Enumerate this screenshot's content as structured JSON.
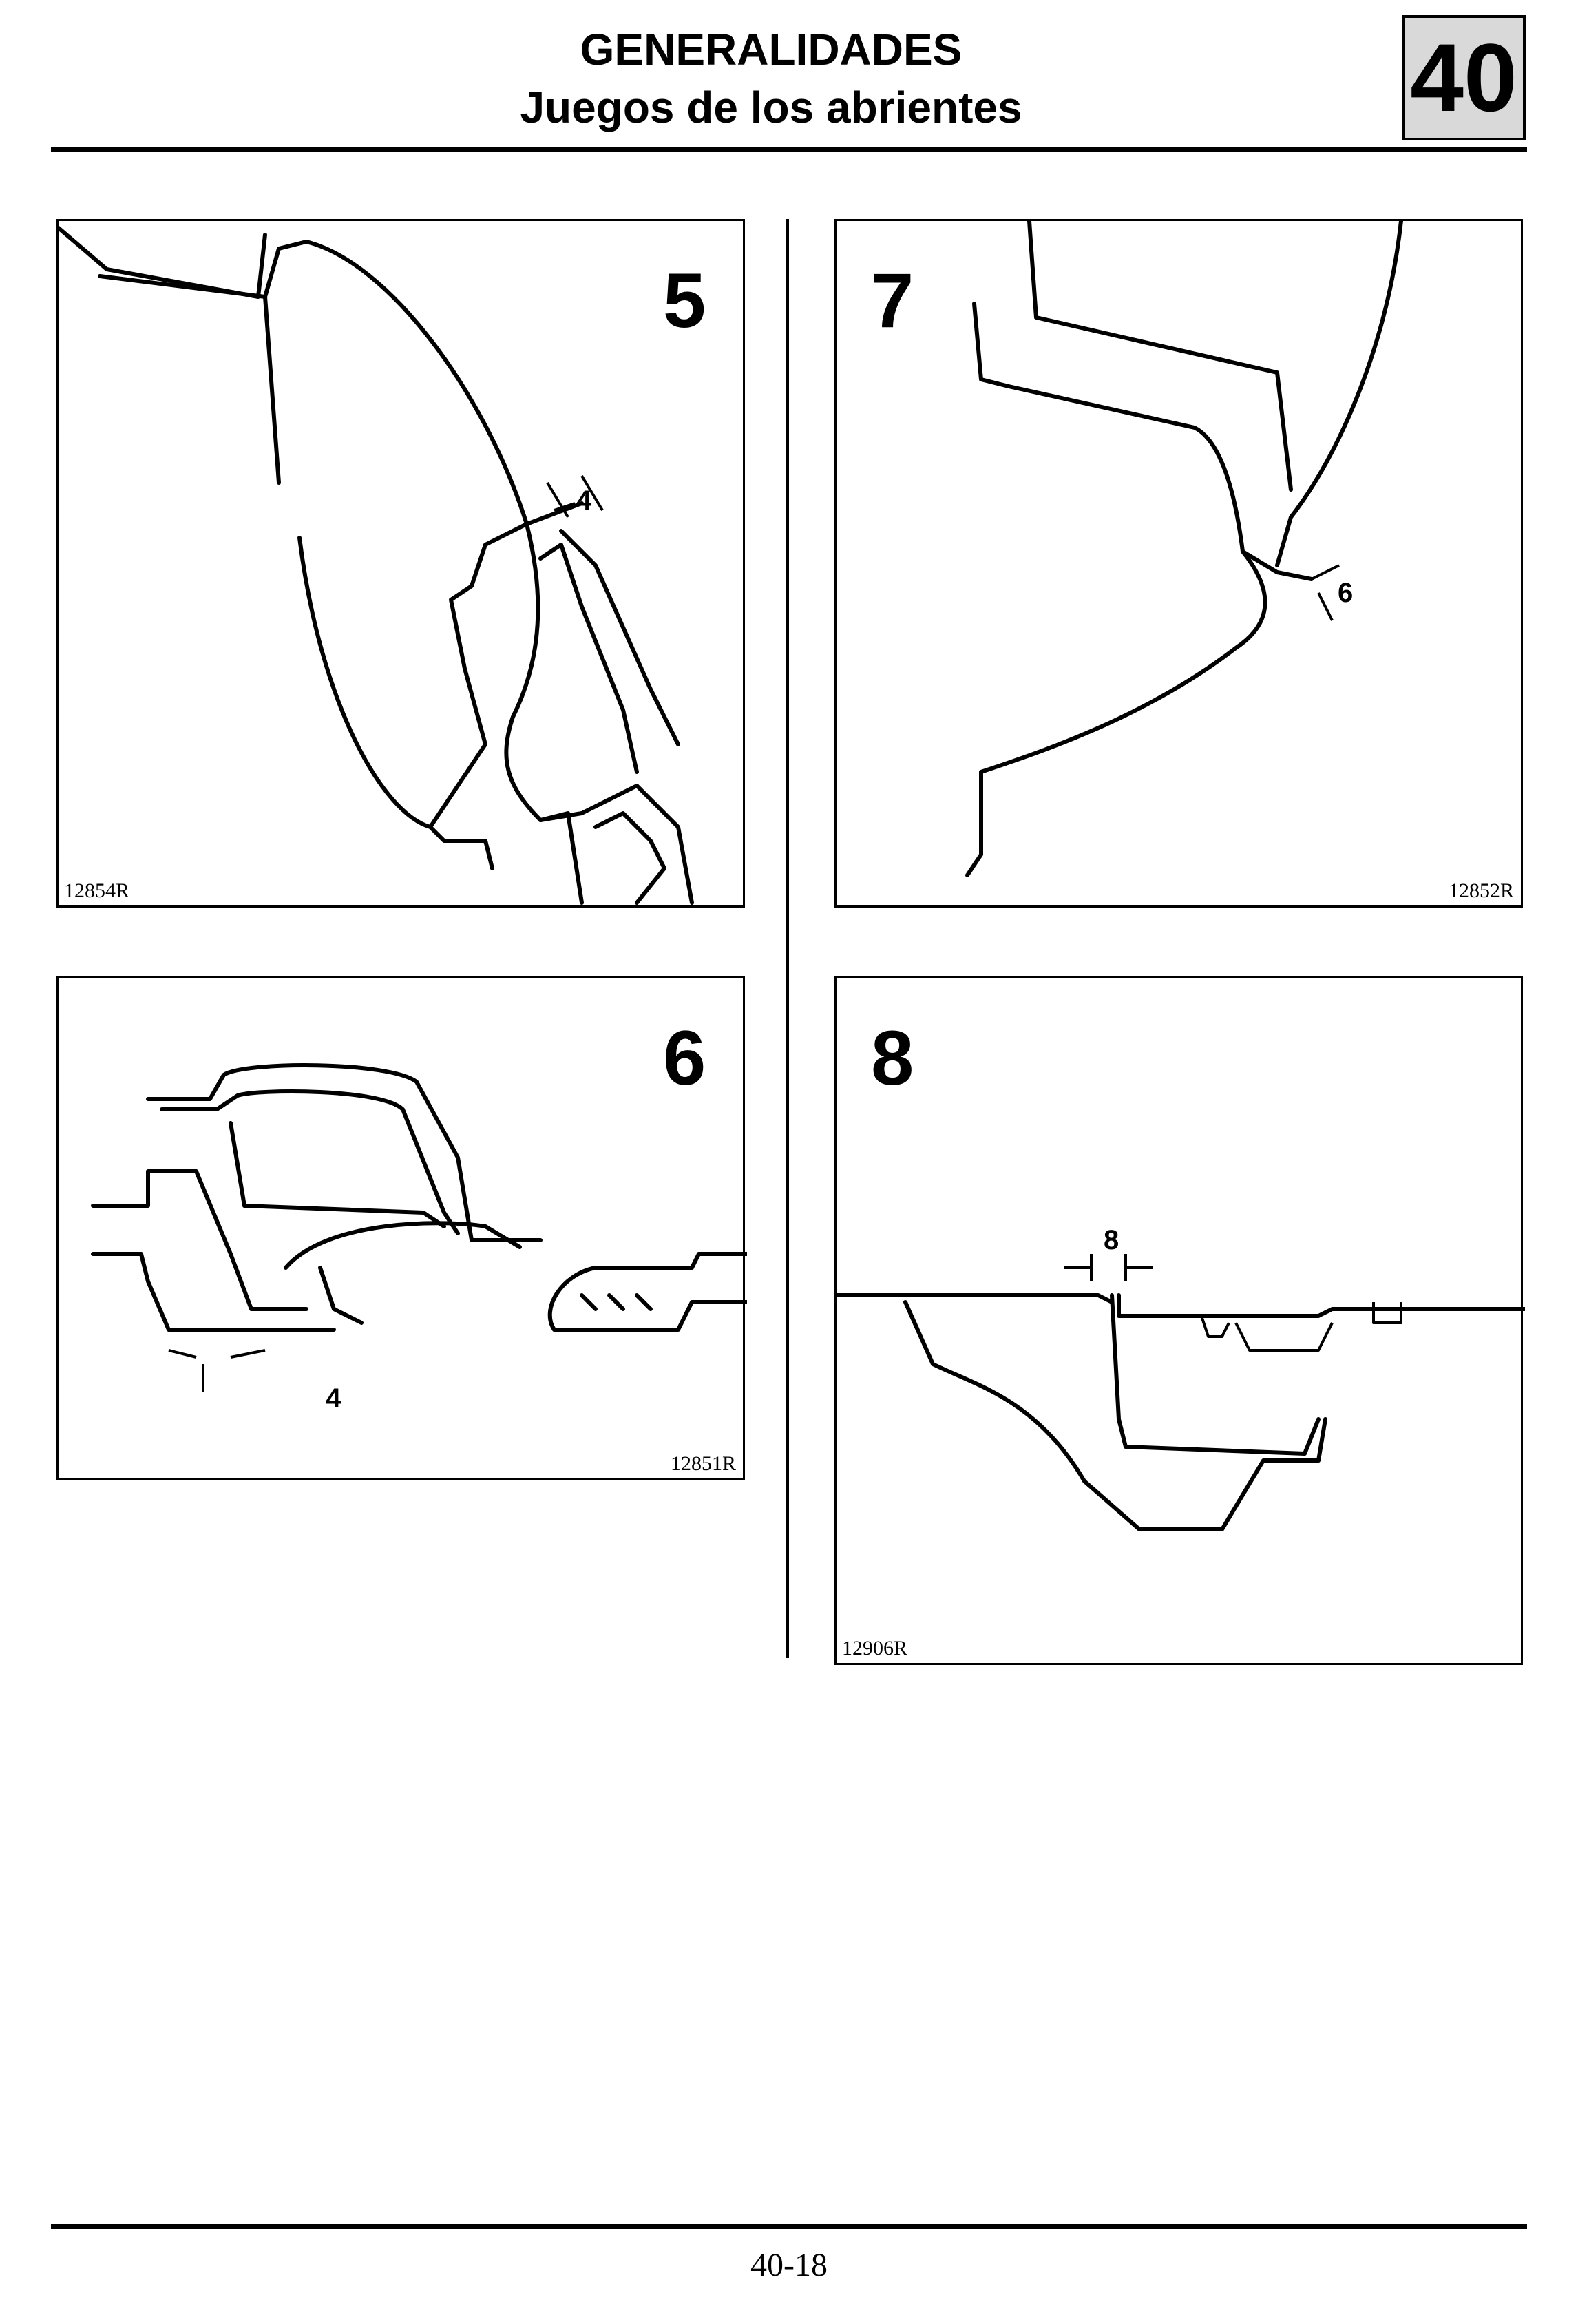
{
  "header": {
    "title": "GENERALIDADES",
    "subtitle": "Juegos de los abrientes",
    "chapter": "40"
  },
  "figures": [
    {
      "number": "5",
      "ref": "12854R",
      "gap": "4"
    },
    {
      "number": "7",
      "ref": "12852R",
      "gap": "6"
    },
    {
      "number": "6",
      "ref": "12851R",
      "gap": "4"
    },
    {
      "number": "8",
      "ref": "12906R",
      "gap": "8"
    }
  ],
  "footer": {
    "page": "40-18"
  }
}
